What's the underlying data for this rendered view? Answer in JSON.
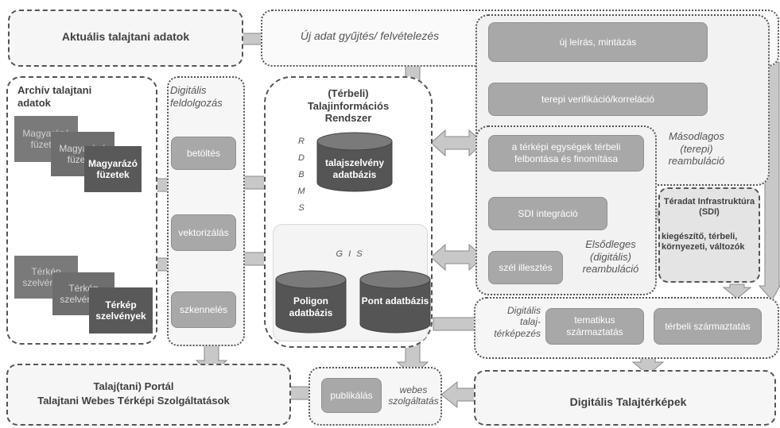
{
  "top_left_title": "Aktuális talajtani adatok",
  "new_data": "Új adat gyűjtés/ felvételezés",
  "archive": {
    "title": "Archív talajtani adatok",
    "booklet_back1": "Magyarázó füzetek",
    "booklet_back2": "Magyarázó füzetek",
    "booklet_front": "Magyarázó füzetek",
    "map_back1": "Térkép szelvények",
    "map_back2": "Térkép szelvények",
    "map_front": "Térkép szelvények"
  },
  "digital": {
    "title": "Digitális feldolgozás",
    "steps": [
      "betöltés",
      "vektorizálás",
      "szkennelés"
    ]
  },
  "tir": {
    "title": "(Térbeli) Talajinformációs Rendszer",
    "rdbms": "R D B M S",
    "db_profile": "talajszelvény adatbázis",
    "gis": "G I S",
    "db_polygon": "Poligon adatbázis",
    "db_point": "Pont adatbázis"
  },
  "right": {
    "new_desc": "új leírás, mintázás",
    "field_verif": "terepi verifikáció/korreláció",
    "map_units": "a térképi egységek térbeli felbontása és finomítása",
    "secondary": "Másodlagos (terepi) reambuláció",
    "sdi_int": "SDI integráció",
    "edge": "szél illesztés",
    "primary": "Elsődleges (digitális) reambuláció",
    "sdi_title": "Téradat Infrastruktúra (SDI)",
    "sdi_text": "kiegészítő, térbeli, környezeti, változók"
  },
  "mapping": {
    "title": "Digitális talaj-térképezés",
    "thematic": "tematikus származtatás",
    "spatial": "térbeli származtatás"
  },
  "portal": {
    "line1": "Talaj(tani) Portál",
    "line2": "Talajtani Webes Térképi Szolgáltatások"
  },
  "web": {
    "publish": "publikálás",
    "label": "webes szolgáltatás"
  },
  "maps_title": "Digitális Talajtérképek",
  "colors": {
    "box_gray": "#a8a8a8",
    "dark_box": "#6a6a6a",
    "darker_box": "#555555",
    "border": "#555555",
    "arrow": "#c8c8c8"
  }
}
